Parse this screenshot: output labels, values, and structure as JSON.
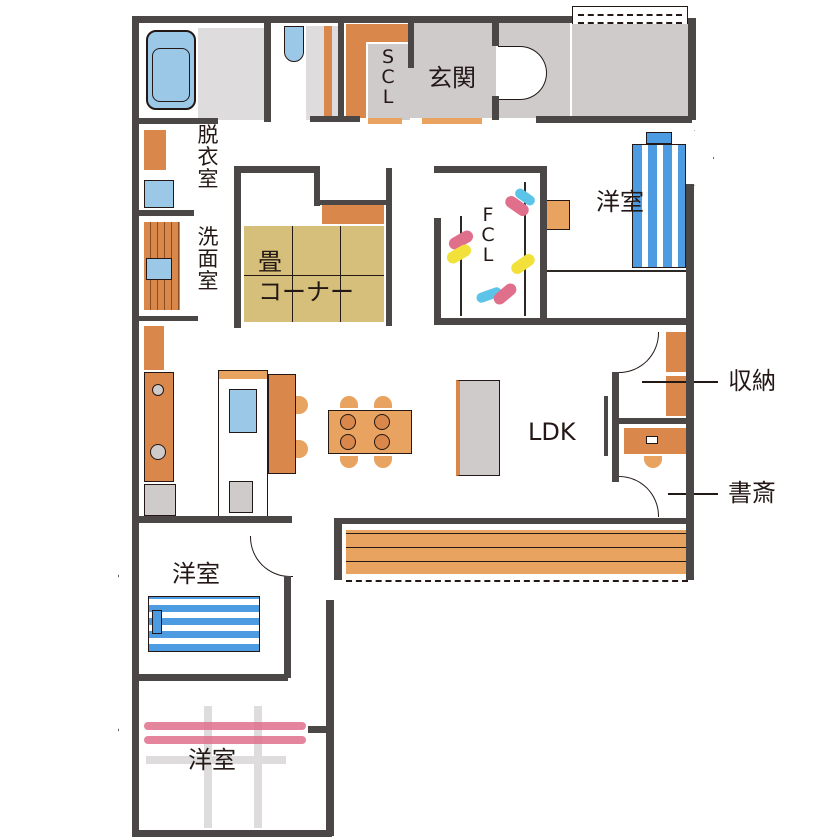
{
  "plan": {
    "type": "floor-plan",
    "rooms": {
      "genkan": {
        "label": "玄関"
      },
      "scl": {
        "label_chars": [
          "S",
          "C",
          "L"
        ]
      },
      "datsuishitsu": {
        "label_chars": [
          "脱",
          "衣",
          "室"
        ]
      },
      "senmenshitsu": {
        "label_chars": [
          "洗",
          "面",
          "室"
        ]
      },
      "tatami_corner": {
        "label_line1": "畳",
        "label_line2": "コーナー"
      },
      "fcl": {
        "label_chars": [
          "F",
          "C",
          "L"
        ]
      },
      "western_room_ne": {
        "label": "洋室"
      },
      "ldk": {
        "label": "LDK"
      },
      "western_room_sw": {
        "label": "洋室"
      },
      "western_room_s": {
        "label": "洋室"
      }
    },
    "callouts": {
      "storage": {
        "label": "収納"
      },
      "study": {
        "label": "書斎"
      }
    },
    "colors": {
      "wall": "#4a4746",
      "wood": "#d9874a",
      "tatami": "#d6bf7a",
      "floor_gray": "#cfcbcb",
      "bath_blue": "#9cc8e8",
      "bed_blue": "#4d9be0",
      "accent_pink": "#e06f8c",
      "accent_yellow": "#f2e13a",
      "accent_cyan": "#5cc4e8"
    }
  }
}
